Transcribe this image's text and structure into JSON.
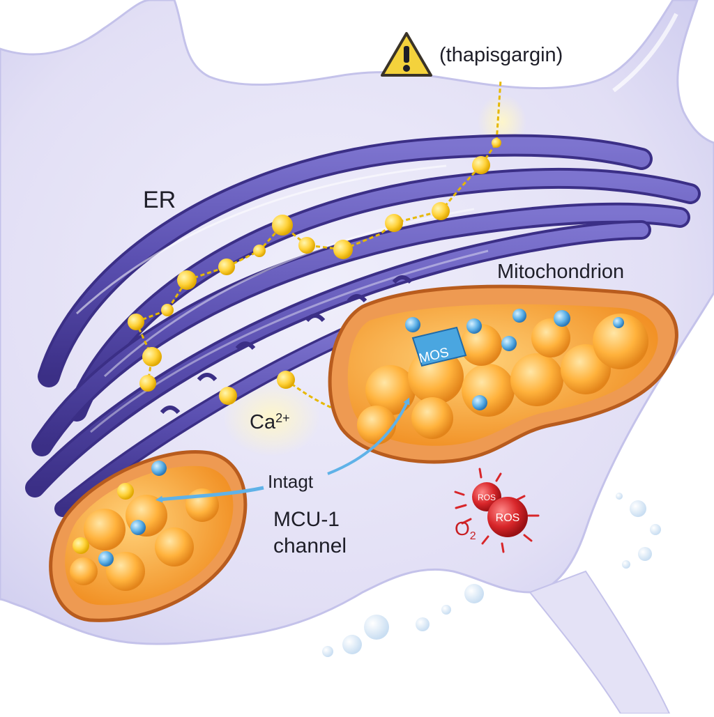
{
  "labels": {
    "er": "ER",
    "mitochondrion": "Mitochondrion",
    "thapsigargin": "(thapisgargin)",
    "calcium_base": "Ca",
    "calcium_charge": "2+",
    "intagt": "Intagt",
    "mcu_line1": "MCU-1",
    "mcu_line2": "channel",
    "mitochondrion_tag": "MOS",
    "ros_small": "ROS",
    "ros_large": "ROS",
    "oxygen_base": "O",
    "oxygen_sub": "2"
  },
  "icons": {
    "warning": "warning-triangle-icon"
  },
  "colors": {
    "er_membrane": "#5a4fb0",
    "er_dark": "#3b2f86",
    "cytoplasm": "#e4e2f6",
    "mitochondrion_outer": "#ee9a52",
    "mitochondrion_matrix": "#ffb23c",
    "calcium": "#ffd23a",
    "transporter": "#5fb2e8",
    "ros": "#d8262a",
    "warning": "#f4d23c"
  }
}
